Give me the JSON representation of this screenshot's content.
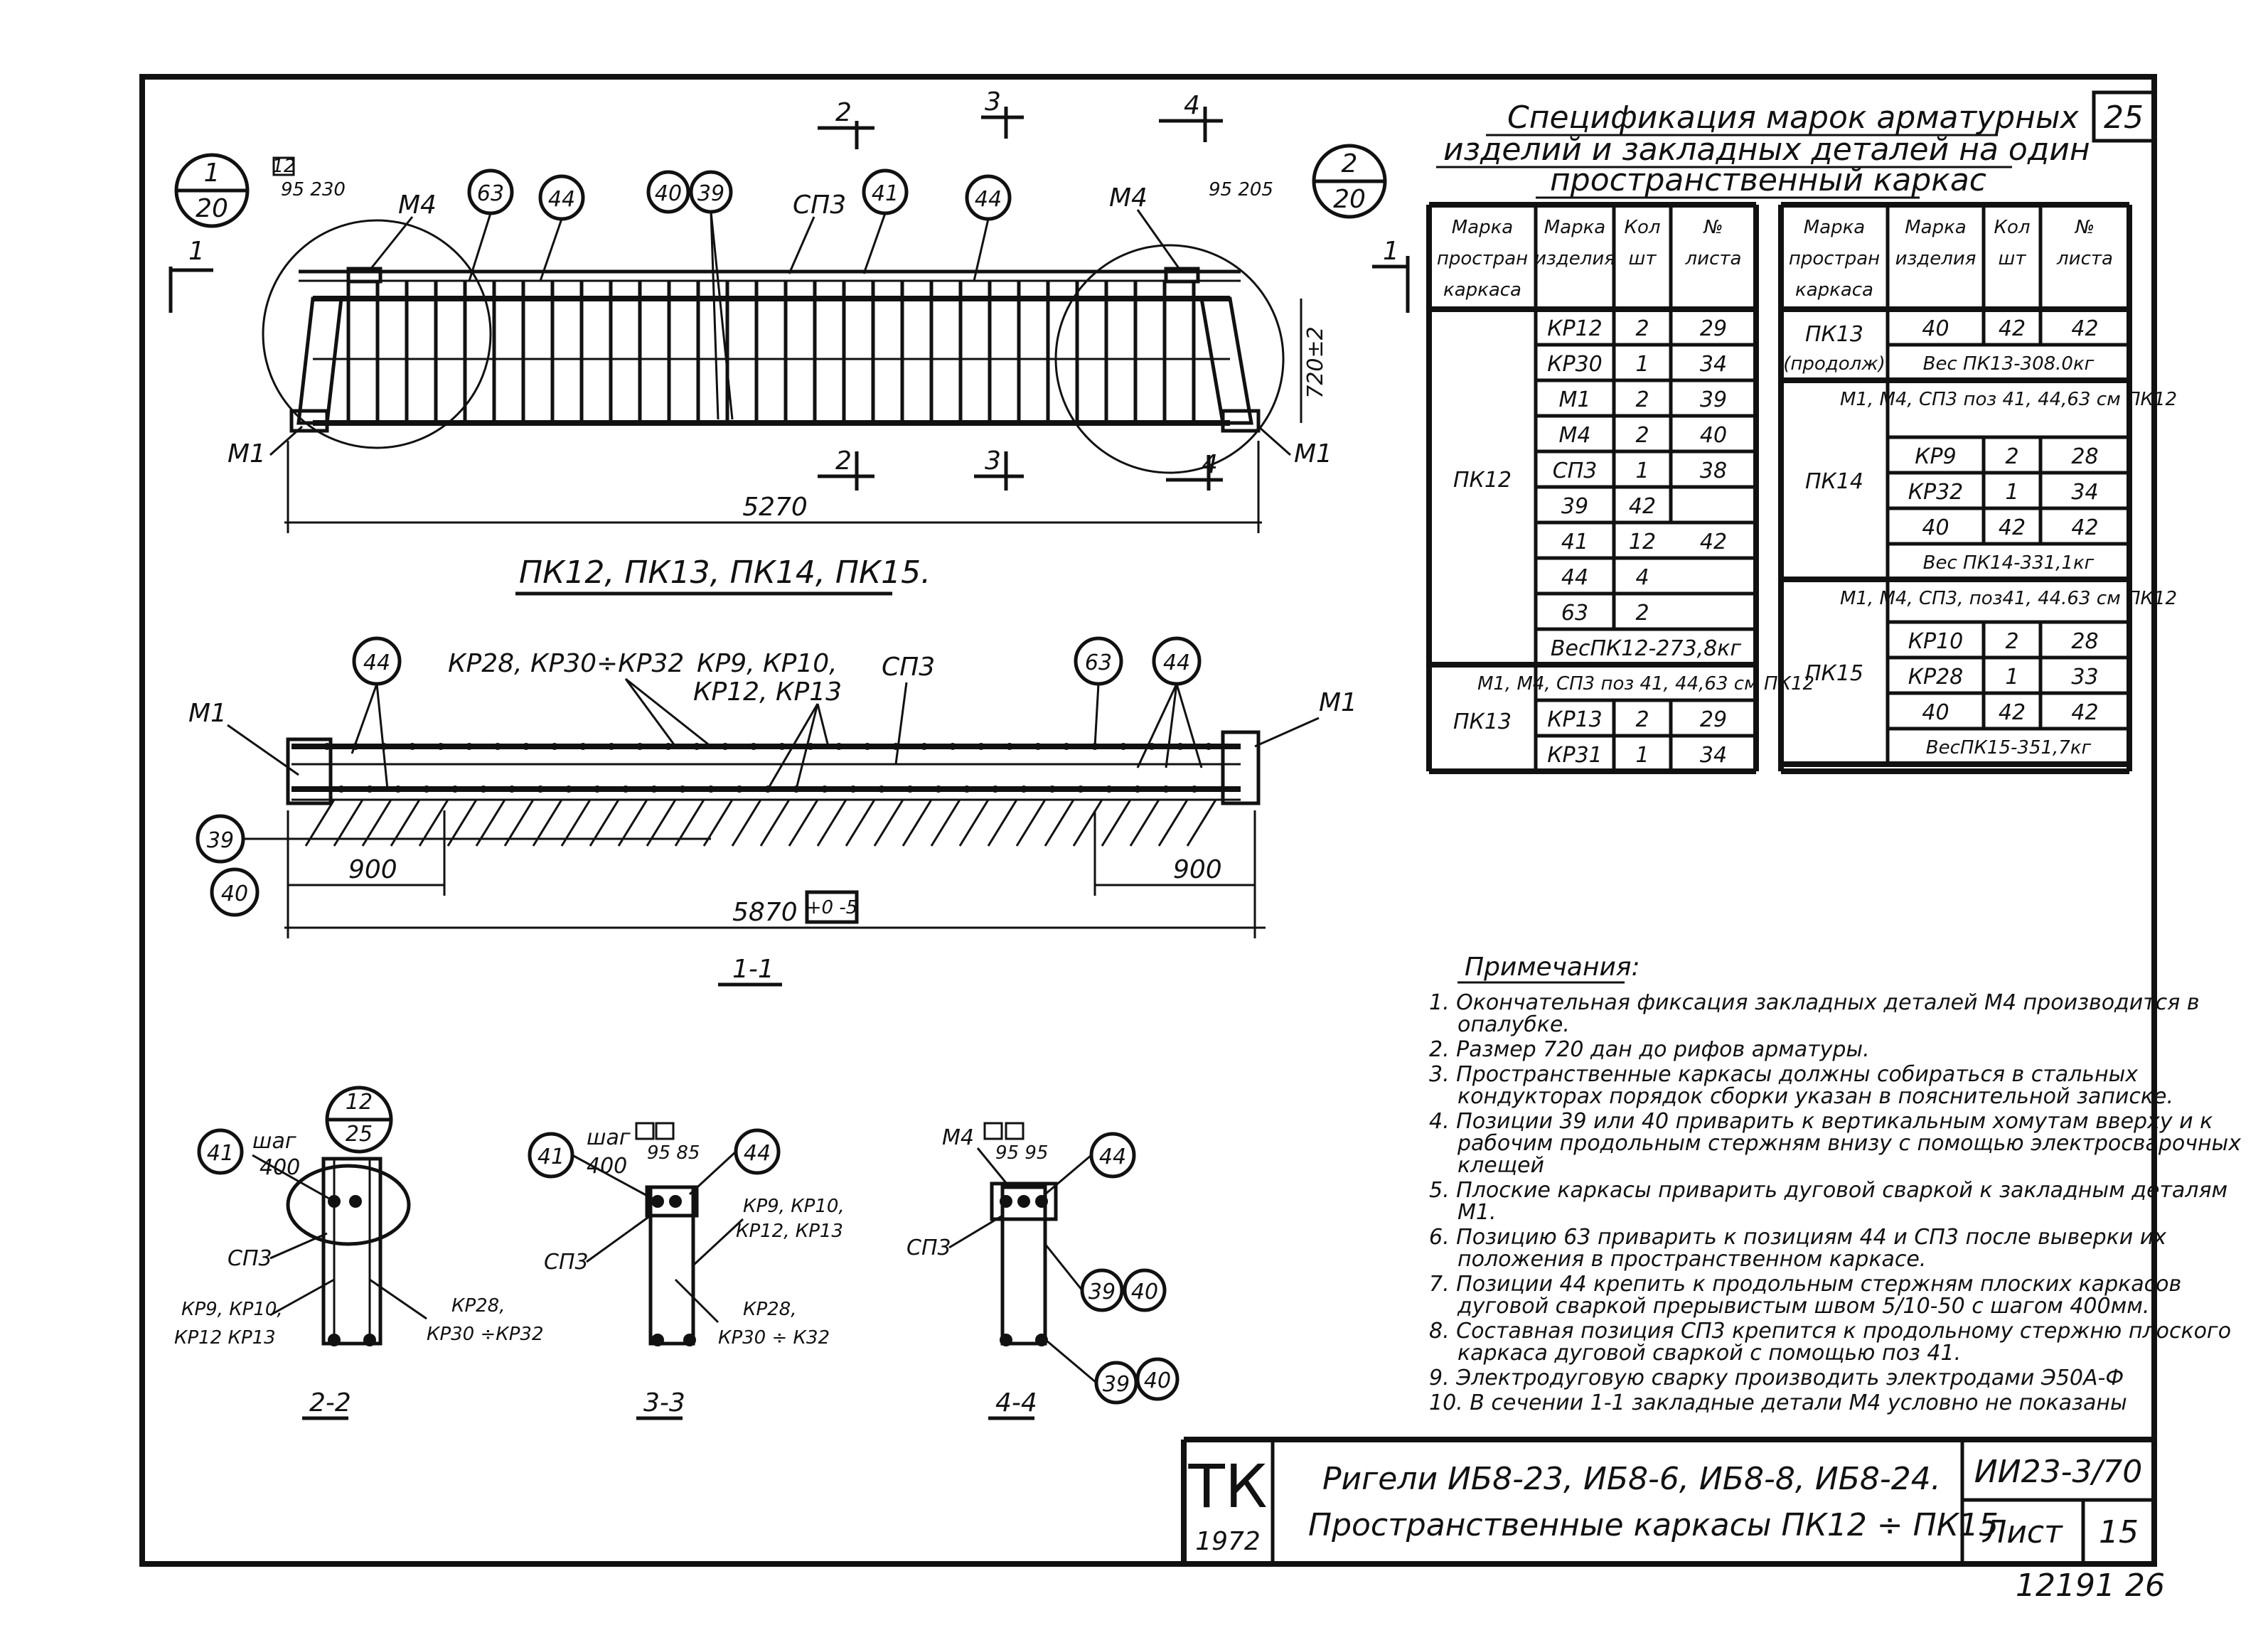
{
  "sheet_number_top": "25",
  "spec": {
    "title_lines": [
      "Спецификация марок арматурных",
      "изделий и закладных деталей на один",
      "пространственный каркас"
    ],
    "left_headers": [
      "Марка простран каркаса",
      "Марка изделия",
      "Кол шт",
      "№ листа"
    ],
    "right_headers": [
      "Марка простран каркаса",
      "Марка изделия",
      "Кол шт",
      "№ листа"
    ],
    "left": {
      "pk12": {
        "mark": "ПК12",
        "rows": [
          [
            "КР12",
            "2",
            "29"
          ],
          [
            "КР30",
            "1",
            "34"
          ],
          [
            "М1",
            "2",
            "39"
          ],
          [
            "М4",
            "2",
            "40"
          ],
          [
            "СП3",
            "1",
            "38"
          ],
          [
            "39",
            "42",
            ""
          ],
          [
            "41",
            "12",
            "42"
          ],
          [
            "44",
            "4",
            ""
          ],
          [
            "63",
            "2",
            ""
          ]
        ],
        "weight": "ВесПК12-273,8кг"
      },
      "pk13": {
        "mark": "ПК13",
        "note": "М1, М4, СП3 поз 41, 44,63 см ПК12",
        "rows": [
          [
            "КР13",
            "2",
            "29"
          ],
          [
            "КР31",
            "1",
            "34"
          ]
        ]
      }
    },
    "right": {
      "pk13c": {
        "mark": "ПК13",
        "sub": "(продолж)",
        "rows": [
          [
            "40",
            "42",
            "42"
          ]
        ],
        "weight": "Вес ПК13-308.0кг"
      },
      "pk14": {
        "mark": "ПК14",
        "note": "М1, М4, СП3 поз 41, 44,63 см ПК12",
        "rows": [
          [
            "КР9",
            "2",
            "28"
          ],
          [
            "КР32",
            "1",
            "34"
          ],
          [
            "40",
            "42",
            "42"
          ]
        ],
        "weight": "Вес ПК14-331,1кг"
      },
      "pk15": {
        "mark": "ПК15",
        "note": "М1, М4, СП3, поз41, 44.63 см ПК12",
        "rows": [
          [
            "КР10",
            "2",
            "28"
          ],
          [
            "КР28",
            "1",
            "33"
          ],
          [
            "40",
            "42",
            "42"
          ]
        ],
        "weight": "ВесПК15-351,7кг"
      }
    }
  },
  "top_view": {
    "section_marks": [
      "2",
      "3",
      "4",
      "2",
      "3",
      "4",
      "1",
      "1"
    ],
    "callouts": {
      "c63": "63",
      "c44a": "44",
      "c40": "40",
      "c39": "39",
      "c41": "41",
      "c44b": "44"
    },
    "labels": {
      "sp3": "СП3",
      "m4a": "М4",
      "m4b": "М4",
      "m1a": "М1",
      "m1b": "М1",
      "dim_230": "95 230",
      "dim_205": "95 205",
      "dim_720": "720±2",
      "dim_5270": "5270",
      "flag": "12"
    },
    "detail_left": {
      "num": "1",
      "den": "20"
    },
    "detail_right": {
      "num": "2",
      "den": "20"
    }
  },
  "title_pk": "ПК12, ПК13, ПК14, ПК15.",
  "section_11": {
    "labels": {
      "kp28": "КР28, КР30÷КР32",
      "kp9": "КР9, КР10,",
      "kp12": "КР12, КР13",
      "sp3": "СП3",
      "m1a": "М1",
      "m1b": "М1",
      "dim_900a": "900",
      "dim_900b": "900",
      "dim_5870": "5870"
    },
    "callouts": {
      "c44a": "44",
      "c63": "63",
      "c44b": "44",
      "c39": "39",
      "c40": "40"
    },
    "tol": "+0 -5",
    "name": "1-1"
  },
  "sec22": {
    "name": "2-2",
    "c41": "41",
    "shag": "шаг",
    "shag_val": "400",
    "ref_num": "12",
    "ref_den": "25",
    "sp3": "СП3",
    "l1": "КР9, КР10,",
    "l2": "КР12 КР13",
    "r1": "КР28,",
    "r2": "КР30 ÷КР32"
  },
  "sec33": {
    "name": "3-3",
    "c41": "41",
    "c44": "44",
    "shag": "шаг",
    "shag_val": "400",
    "dims": "95 85",
    "sp3": "СП3",
    "r1": "КР9, КР10,",
    "r2": "КР12, КР13",
    "r3": "КР28,",
    "r4": "КР30 ÷ К32"
  },
  "sec44": {
    "name": "4-4",
    "m4": "М4",
    "c44": "44",
    "dims": "95 95",
    "sp3": "СП3",
    "c39a": "39",
    "c40a": "40",
    "c39b": "39",
    "c40b": "40"
  },
  "notes": {
    "title": "Примечания:",
    "items": [
      "1. Окончательная фиксация закладных деталей М4 производится в опалубке.",
      "2. Размер 720 дан до рифов арматуры.",
      "3. Пространственные каркасы должны собираться в стальных кондукторах порядок сборки указан в пояснительной записке.",
      "4. Позиции 39 или 40 приварить к вертикальным хомутам вверху и к рабочим продольным стержням внизу с помощью электросварочных клещей",
      "5. Плоские каркасы приварить дуговой сваркой к закладным деталям М1.",
      "6. Позицию 63 приварить к позициям 44 и СП3 после выверки их положения в пространственном каркасе.",
      "7. Позиции 44 крепить к продольным стержням плоских каркасов дуговой сваркой прерывистым швом 5/10-50 с шагом 400мм.",
      "8. Составная позиция СП3 крепится к продольному стержню плоского каркаса дуговой сваркой с помощью поз 41.",
      "9. Электродуговую сварку производить электродами Э50А-Ф",
      "10. В сечении 1-1 закладные детали М4 условно не показаны"
    ]
  },
  "title_block": {
    "org": "ТК",
    "year": "1972",
    "line1": "Ригели ИБ8-23, ИБ8-6, ИБ8-8, ИБ8-24.",
    "line2": "Пространственные каркасы ПК12 ÷ ПК15",
    "code": "ИИ23-3/70",
    "sheet_label": "Лист",
    "sheet": "15"
  },
  "inventory": "12191 26"
}
